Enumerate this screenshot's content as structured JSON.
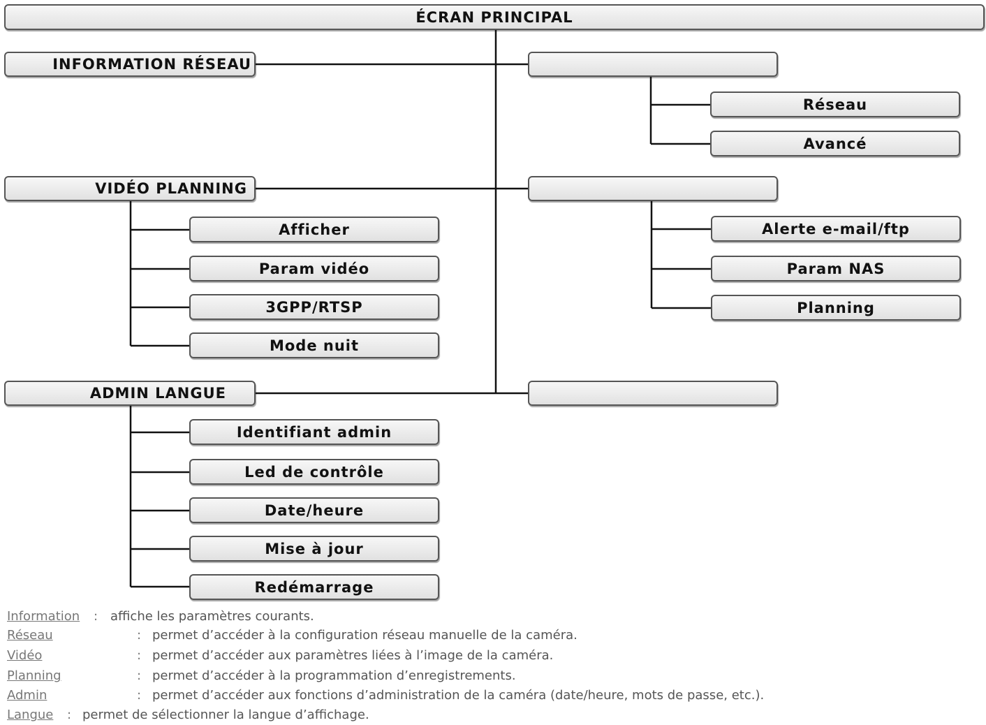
{
  "diagram": {
    "root": "ÉCRAN PRINCIPAL",
    "branches": {
      "information_reseau": {
        "label": "INFORMATION RÉSEAU",
        "right_box": "",
        "right_children": [
          "Réseau",
          "Avancé"
        ]
      },
      "video_planning": {
        "label": "VIDÉO PLANNING",
        "left_children": [
          "Afficher",
          "Param vidéo",
          "3GPP/RTSP",
          "Mode nuit"
        ],
        "right_box": "",
        "right_children": [
          "Alerte e-mail/ftp",
          "Param NAS",
          "Planning"
        ]
      },
      "admin_langue": {
        "label": "ADMIN LANGUE",
        "left_children": [
          "Identifiant admin",
          "Led de contrôle",
          "Date/heure",
          "Mise à jour",
          "Redémarrage"
        ],
        "right_box": ""
      }
    }
  },
  "legend": [
    {
      "term": "Information",
      "sep": ":",
      "desc": "affiche les paramètres courants."
    },
    {
      "term": "Réseau",
      "sep": ":",
      "desc": "permet d’accéder à la configuration réseau manuelle de la caméra."
    },
    {
      "term": "Vidéo",
      "sep": ":",
      "desc": "permet d’accéder aux paramètres liées à l’image de la caméra."
    },
    {
      "term": "Planning",
      "sep": ":",
      "desc": "permet d’accéder à la programmation d’enregistrements."
    },
    {
      "term": "Admin",
      "sep": ":",
      "desc": "permet d’accéder aux fonctions d’administration de la caméra (date/heure, mots de passe, etc.)."
    },
    {
      "term": "Langue",
      "sep": ":",
      "desc": "permet de sélectionner la langue d’affichage."
    }
  ]
}
